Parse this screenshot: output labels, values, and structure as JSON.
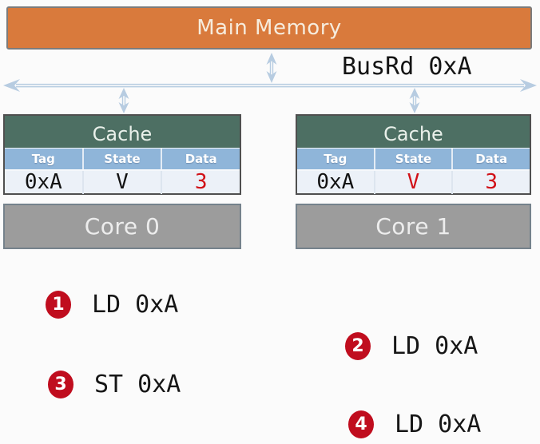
{
  "memory": {
    "label": "Main Memory"
  },
  "bus": {
    "label": "BusRd 0xA"
  },
  "caches": [
    {
      "title": "Cache",
      "columns": [
        "Tag",
        "State",
        "Data"
      ],
      "row": {
        "tag": "0xA",
        "state": "V",
        "data": "3"
      },
      "state_highlight": false,
      "data_highlight": true
    },
    {
      "title": "Cache",
      "columns": [
        "Tag",
        "State",
        "Data"
      ],
      "row": {
        "tag": "0xA",
        "state": "V",
        "data": "3"
      },
      "state_highlight": true,
      "data_highlight": true
    }
  ],
  "cores": [
    {
      "label": "Core 0"
    },
    {
      "label": "Core 1"
    }
  ],
  "instructions": [
    {
      "num": "1",
      "text": "LD 0xA",
      "core": "Core 0"
    },
    {
      "num": "2",
      "text": "LD 0xA",
      "core": "Core 1"
    },
    {
      "num": "3",
      "text": "ST 0xA",
      "core": "Core 0"
    },
    {
      "num": "4",
      "text": "LD 0xA",
      "core": "Core 1"
    }
  ],
  "colors": {
    "memory_fill": "#d97a3c",
    "cache_header_fill": "#4d6f63",
    "table_header_fill": "#8fb5d9",
    "table_row_fill": "#ecf1f8",
    "core_fill": "#9c9c9c",
    "bus_arrow": "#b7cce1",
    "highlight_red": "#c00d1e"
  }
}
